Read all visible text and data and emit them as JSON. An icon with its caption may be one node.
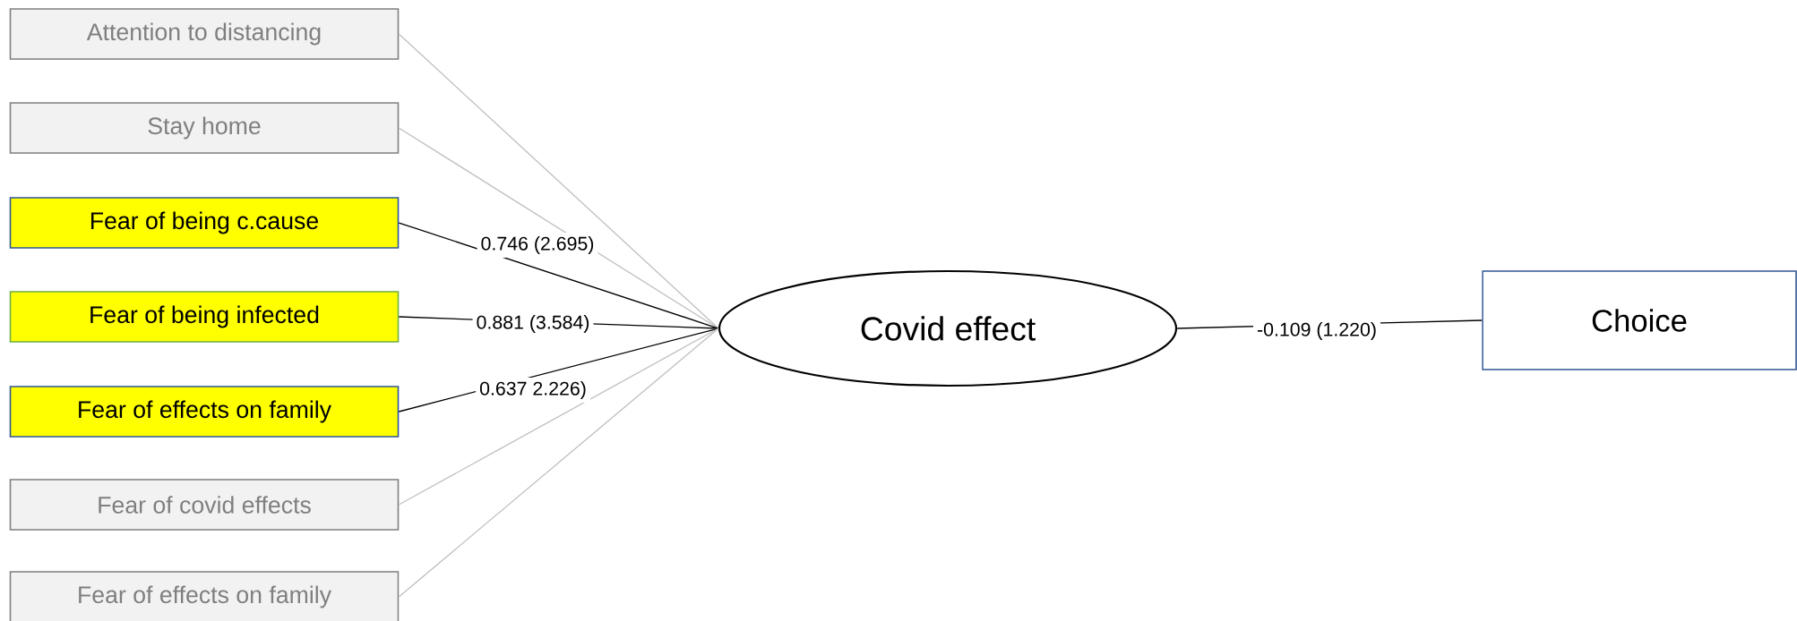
{
  "diagram": {
    "nodes": [
      {
        "text": [
          "Attention to distancing"
        ]
      },
      {
        "text": [
          "Stay home"
        ]
      },
      {
        "text": [
          "Fear of being c.cause"
        ]
      },
      {
        "text": [
          "Fear of being infected"
        ]
      },
      {
        "text": [
          "Fear of effects on family"
        ]
      },
      {
        "text": [
          "Fear of covid effects"
        ]
      },
      {
        "text": [
          "Fear of effects on family"
        ]
      },
      {
        "text": [
          "Covid effect"
        ]
      },
      {
        "text": [
          "Choice"
        ]
      }
    ],
    "edges": [
      {
        "from": 0,
        "to": 7,
        "arrow": "none",
        "color": "#bfbfbf"
      },
      {
        "from": 1,
        "to": 7,
        "arrow": "none",
        "color": "#bfbfbf"
      },
      {
        "from": 2,
        "to": 7,
        "arrow": "none",
        "label": "0.746 (2.695)",
        "color": "#000000"
      },
      {
        "from": 3,
        "to": 7,
        "arrow": "none",
        "label": "0.881 (3.584)",
        "color": "#000000"
      },
      {
        "from": 4,
        "to": 7,
        "arrow": "none",
        "label": "0.637 2.226)",
        "color": "#000000"
      },
      {
        "from": 5,
        "to": 7,
        "arrow": "none",
        "color": "#bfbfbf"
      },
      {
        "from": 6,
        "to": 7,
        "arrow": "none",
        "color": "#bfbfbf"
      },
      {
        "from": 7,
        "to": 8,
        "arrow": "none",
        "label": "-0.109 (1.220)",
        "color": "#000000"
      }
    ]
  }
}
